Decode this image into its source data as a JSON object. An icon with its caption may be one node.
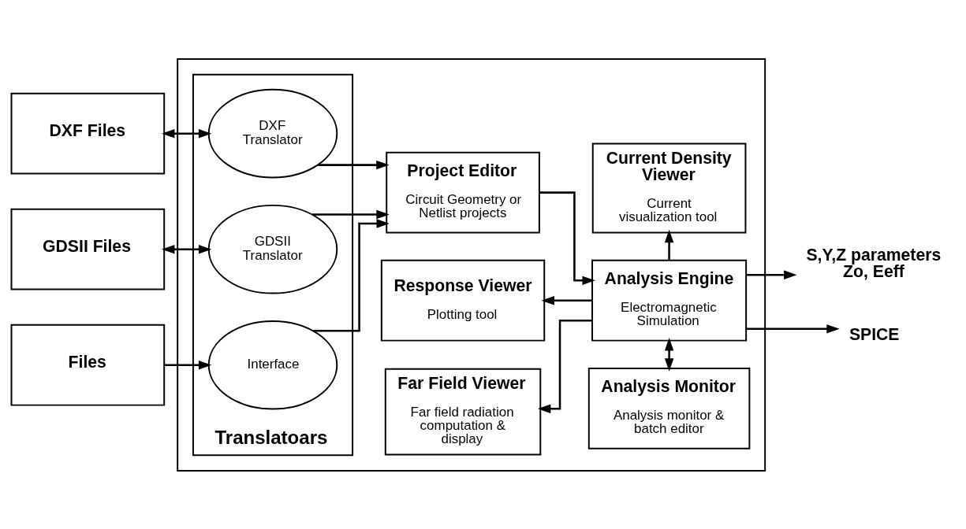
{
  "diagram": {
    "nodes": [
      {
        "text": [
          "DXF Files"
        ]
      },
      {
        "text": [
          "GDSII Files"
        ]
      },
      {
        "text": [
          "Files"
        ]
      },
      {
        "text": [],
        "shape": "box"
      },
      {
        "text": [
          "Translatoars"
        ],
        "in": 3
      },
      {
        "text": [
          "DXF Translator"
        ],
        "in": 4
      },
      {
        "text": [
          "GDSII Translator"
        ],
        "in": 4
      },
      {
        "text": [
          "Interface"
        ],
        "in": 4
      },
      {
        "text": [
          "Project Editor",
          "Circuit Geometry or Netlist projects"
        ],
        "in": 3
      },
      {
        "text": [
          "Analysis Engine",
          "Electromagnetic Simulation"
        ],
        "in": 3
      },
      {
        "text": [
          "Response Viewer",
          "Plotting tool"
        ],
        "in": 3
      },
      {
        "text": [
          "Analysis Monitor",
          "Analysis monitor & batch editor"
        ],
        "in": 3
      },
      {
        "text": [
          "Far Field Viewer",
          "Far field radiation computation & display"
        ],
        "in": 3
      },
      {
        "text": [
          "Current Density Viewer",
          "Current visualization tool"
        ],
        "in": 3
      },
      {
        "text": [
          "S,Y,Z parameters Zo, Eeff"
        ]
      },
      {
        "text": [
          "SPICE"
        ]
      }
    ],
    "edges": [
      {
        "from": 0,
        "to": 5,
        "arrow": "both"
      },
      {
        "from": 1,
        "to": 6,
        "arrow": "both"
      },
      {
        "from": 2,
        "to": 7,
        "arrow": "to"
      },
      {
        "from": 5,
        "to": 8,
        "arrow": "to"
      },
      {
        "from": 6,
        "to": 8,
        "arrow": "to"
      },
      {
        "from": 7,
        "to": 8,
        "arrow": "to"
      },
      {
        "from": 8,
        "to": 9,
        "arrow": "to"
      },
      {
        "from": 9,
        "to": 14,
        "arrow": "to"
      },
      {
        "from": 9,
        "to": 15,
        "arrow": "to"
      },
      {
        "from": 11,
        "to": 9,
        "arrow": "both"
      },
      {
        "from": 9,
        "to": 10,
        "arrow": "to"
      },
      {
        "from": 9,
        "to": 12,
        "arrow": "to"
      },
      {
        "from": 9,
        "to": 13,
        "arrow": "to"
      }
    ]
  }
}
